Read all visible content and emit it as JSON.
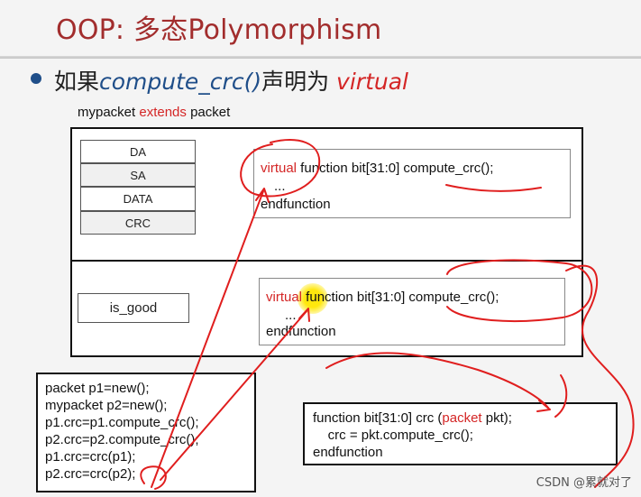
{
  "title": "OOP: 多态Polymorphism",
  "bullet": {
    "pre": "如果",
    "code": "compute_crc()",
    "mid": "声明为 ",
    "keyword": "virtual"
  },
  "caption": {
    "left": "mypacket ",
    "keyword": "extends",
    "right": " packet"
  },
  "fields": [
    "DA",
    "SA",
    "DATA",
    "CRC"
  ],
  "parent_method": {
    "keyword": "virtual",
    "signature": " function bit[31:0] compute_crc();",
    "body": "...",
    "end": "endfunction"
  },
  "child_field": "is_good",
  "child_method": {
    "keyword": "virtual",
    "signature": " function bit[31:0] compute_crc();",
    "body": "...",
    "end": "endfunction"
  },
  "left_snippet": [
    "packet p1=new();",
    "mypacket p2=new();",
    "p1.crc=p1.compute_crc();",
    "p2.crc=p2.compute_crc();",
    "p1.crc=crc(p1);",
    "p2.crc=crc(p2);"
  ],
  "right_snippet": {
    "line1_pre": "function bit[31:0] crc (",
    "line1_kw": "packet",
    "line1_post": " pkt);",
    "line2": "    crc = pkt.compute_crc();",
    "line3": "endfunction"
  },
  "watermark": "CSDN @累就对了",
  "colors": {
    "title": "#a22d2d",
    "keyword": "#d42626",
    "bullet": "#1f4e89",
    "annotation": "#e01e1e"
  }
}
